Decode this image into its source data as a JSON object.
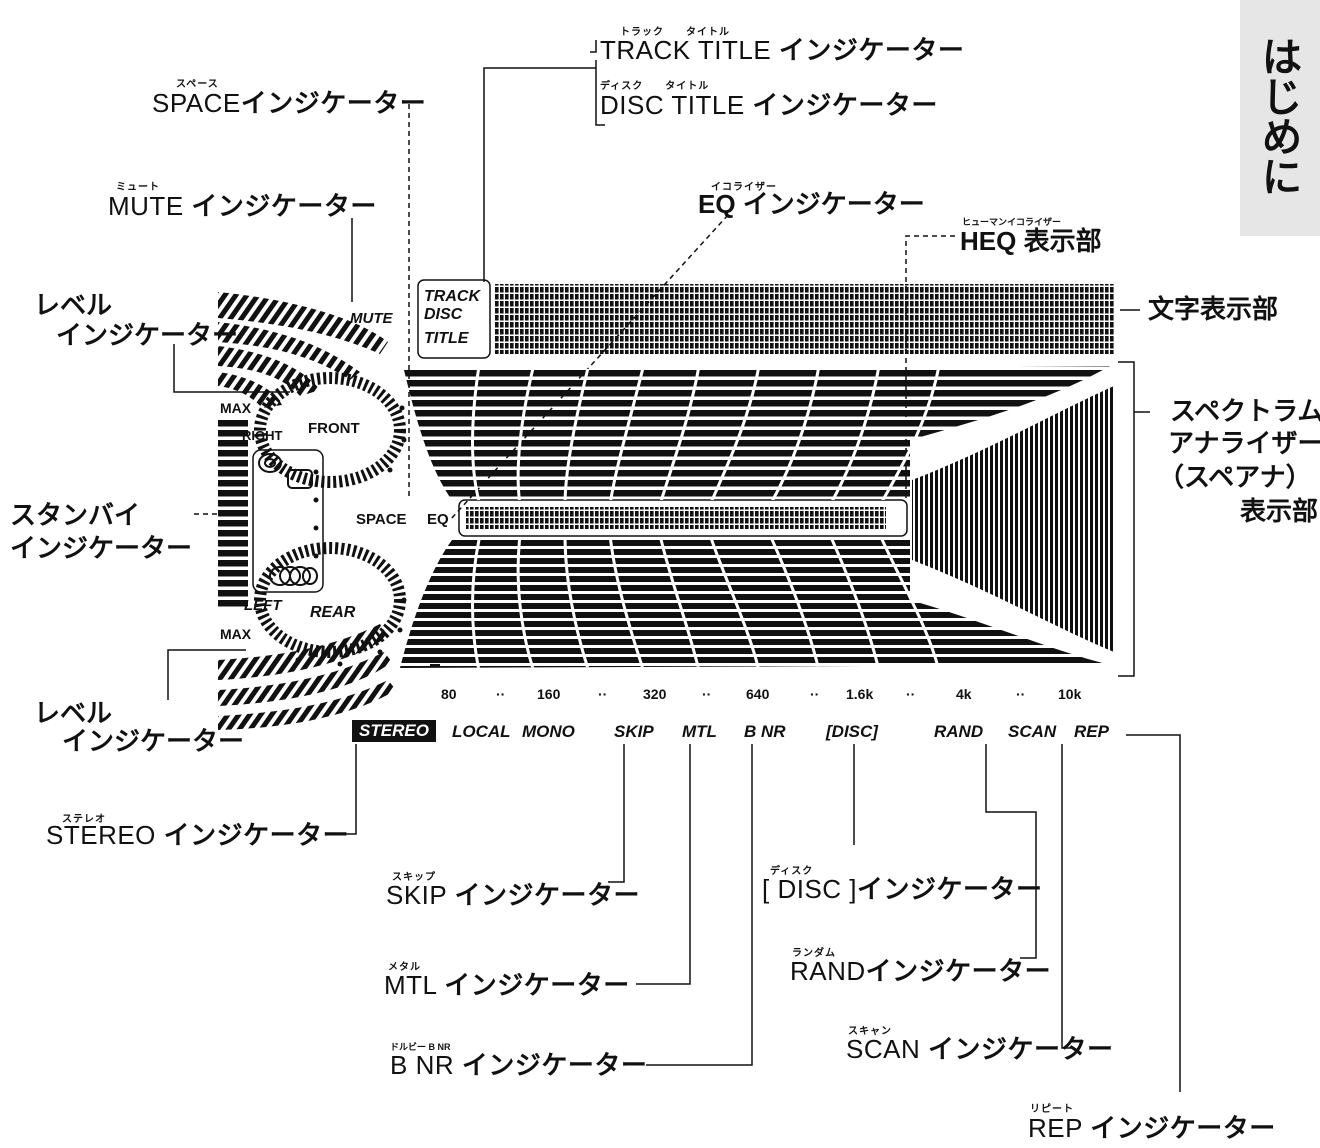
{
  "side_tab": {
    "text": "はじめに"
  },
  "callouts": {
    "track_title": {
      "ruby": "トラック　　タイトル",
      "latin": "TRACK TITLE ",
      "jp": "インジケーター"
    },
    "disc_title": {
      "ruby": "ディスク　　タイトル",
      "latin": "DISC  TITLE ",
      "jp": "インジケーター"
    },
    "space": {
      "ruby": "スペース",
      "latin": "SPACE",
      "jp": "インジケーター"
    },
    "mute": {
      "ruby": "ミュート",
      "latin": "MUTE ",
      "jp": "インジケーター"
    },
    "eq": {
      "ruby": "イコライザー",
      "text": "EQ インジケーター"
    },
    "heq": {
      "ruby": "ヒューマンイコライザー",
      "text": "HEQ 表示部"
    },
    "char_display": {
      "text": "文字表示部"
    },
    "spectrum": {
      "line1": "スペクトラム",
      "line2": "アナライザー",
      "line3": "（スペアナ）",
      "line4": "表示部"
    },
    "level_top": {
      "line1": "レベル",
      "line2": "インジケーター"
    },
    "standby": {
      "line1": "スタンバイ",
      "line2": "インジケーター"
    },
    "level_bottom": {
      "line1": "レベル",
      "line2": "インジケーター"
    },
    "stereo": {
      "ruby": "ステレオ",
      "latin": "STEREO ",
      "jp": "インジケーター"
    },
    "skip": {
      "ruby": "スキップ",
      "latin": "SKIP ",
      "jp": "インジケーター"
    },
    "mtl": {
      "ruby": "メタル",
      "latin": "MTL ",
      "jp": "インジケーター"
    },
    "bnr": {
      "ruby": "ドルビー B NR",
      "latin": "B  NR ",
      "jp": "インジケーター"
    },
    "disc": {
      "ruby": "ディスク",
      "latin": "[ DISC ]",
      "jp": "インジケーター"
    },
    "rand": {
      "ruby": "ランダム",
      "latin": "RAND",
      "jp": "インジケーター"
    },
    "scan": {
      "ruby": "スキャン",
      "latin": "SCAN ",
      "jp": "インジケーター"
    },
    "rep": {
      "ruby": "リピート",
      "latin": "REP ",
      "jp": "インジケーター"
    }
  },
  "display": {
    "track": "TRACK",
    "disc": "DISC",
    "title": "TITLE",
    "mute": "MUTE",
    "max_top": "MAX",
    "right": "RIGHT",
    "front": "FRONT",
    "space": "SPACE",
    "eq": "EQ",
    "left": "LEFT",
    "rear": "REAR",
    "max_bottom": "MAX",
    "frequencies": [
      "80",
      "··",
      "160",
      "··",
      "320",
      "··",
      "640",
      "··",
      "1.6k",
      "··",
      "4k",
      "··",
      "10k"
    ],
    "indicators": [
      "STEREO",
      "LOCAL",
      "MONO",
      "SKIP",
      "MTL",
      "B NR",
      "[DISC]",
      "RAND",
      "SCAN",
      "REP"
    ]
  }
}
